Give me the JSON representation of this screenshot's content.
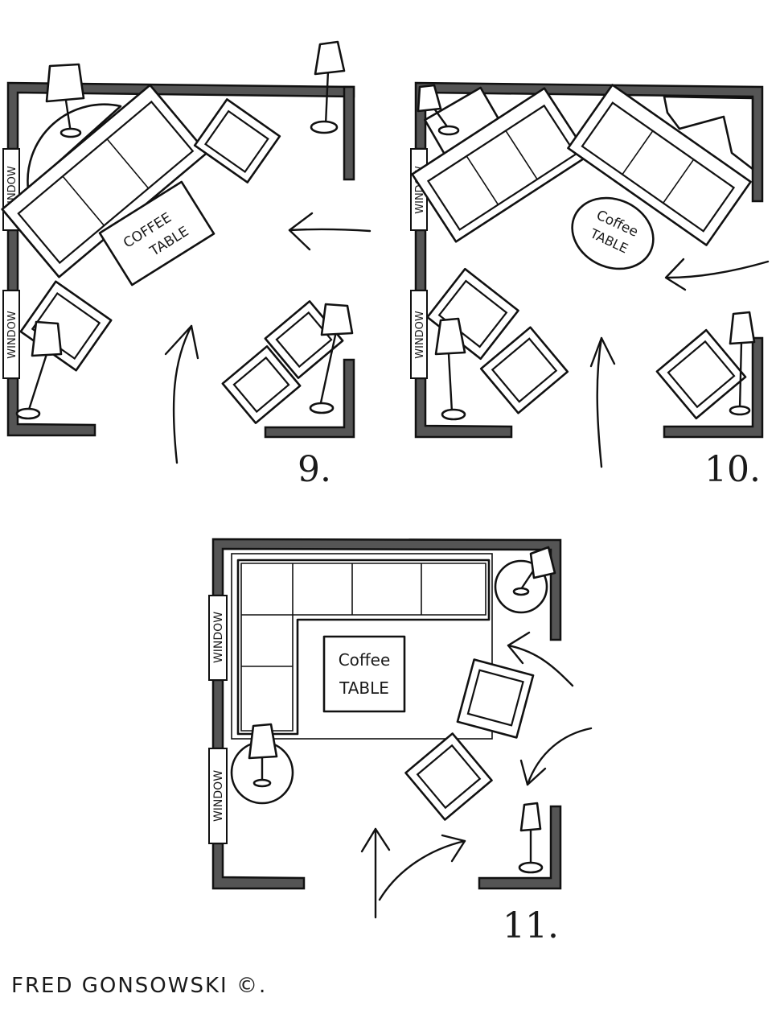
{
  "plans": [
    {
      "number": "9.",
      "coffee_table": [
        "COFFEE",
        "TABLE"
      ],
      "windows": [
        "WINDOW",
        "WINDOW"
      ]
    },
    {
      "number": "10.",
      "coffee_table": [
        "Coffee",
        "TABLE"
      ],
      "windows": [
        "WINDOW",
        "WINDOW"
      ]
    },
    {
      "number": "11.",
      "coffee_table": [
        "Coffee",
        "TABLE"
      ],
      "windows": [
        "WINDOW",
        "WINDOW"
      ]
    }
  ],
  "signature": "FRED GONSOWSKI ©."
}
